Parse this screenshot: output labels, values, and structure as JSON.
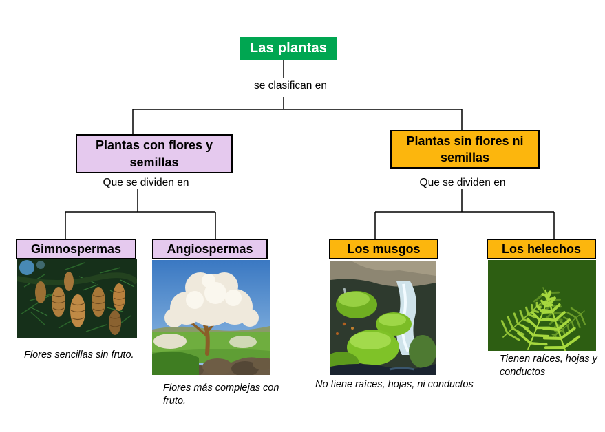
{
  "colors": {
    "root_green": "#00A651",
    "branch_purple": "#E5C9EE",
    "branch_orange": "#FCB60D",
    "connector_line": "#000000",
    "background": "#FFFFFF"
  },
  "root": {
    "label": "Las plantas"
  },
  "link_labels": {
    "classify": "se clasifican en",
    "divide_left": "Que se dividen en",
    "divide_right": "Que se dividen en"
  },
  "branches": [
    {
      "label": "Plantas con flores y semillas",
      "children": [
        {
          "label": "Gimnospermas",
          "photo": "conifer-branch-with-hanging-brown-pine-cones",
          "caption": "Flores sencillas sin fruto."
        },
        {
          "label": "Angiospermas",
          "photo": "white-blossoming-tree-in-green-field-with-stone-wall",
          "caption": "Flores más complejas con fruto."
        }
      ]
    },
    {
      "label": "Plantas sin flores ni semillas",
      "children": [
        {
          "label": "Los musgos",
          "photo": "moss-covered-boulders-with-small-waterfall-stream",
          "caption": "No tiene raíces, hojas, ni conductos"
        },
        {
          "label": "Los helechos",
          "photo": "bright-green-fern-fronds",
          "caption": "Tienen raíces, hojas y conductos"
        }
      ]
    }
  ]
}
